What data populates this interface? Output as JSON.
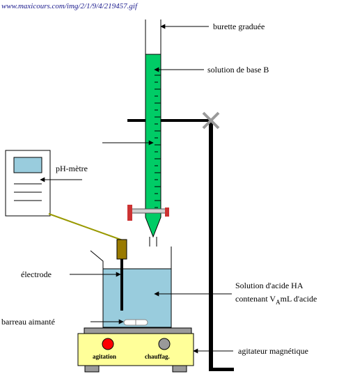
{
  "source_url": "www.maxicours.com/img/2/1/9/4/219457.gif",
  "labels": {
    "burette": "burette graduée",
    "base_solution": "solution de base B",
    "ph_meter": "pH-mètre",
    "electrode": "électrode",
    "acid_line1": "Solution d'acide HA",
    "acid_line2_prefix": "contenant V",
    "acid_subscript": "A",
    "acid_line2_suffix": "mL d'acide",
    "stir_bar": "barreau aimanté",
    "stirrer": "agitateur magnétique",
    "btn_agitation": "agitation",
    "btn_heating": "chauffag."
  },
  "colors": {
    "base_solution": "#00cc66",
    "acid_solution": "#99ccdd",
    "stirrer_body": "#ffff99",
    "knob_agitation": "#ff0000",
    "knob_heating": "#999999",
    "stopcock": "#cc3333",
    "electrode": "#997a00",
    "ph_screen": "#99ccdd",
    "cable": "#999900"
  }
}
